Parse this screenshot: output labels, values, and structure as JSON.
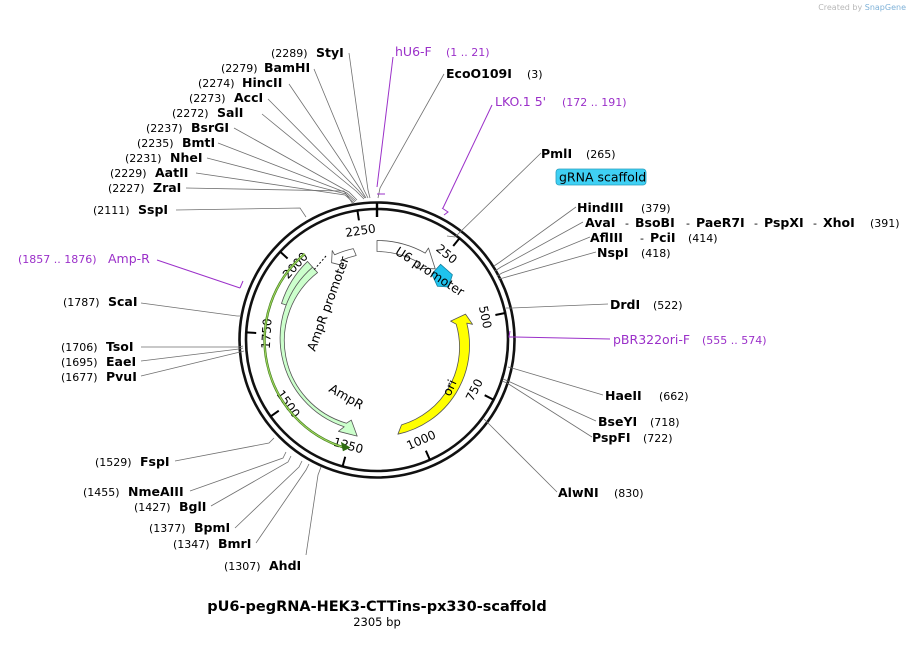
{
  "credit": {
    "prefix": "Created by",
    "brand": "SnapGene"
  },
  "map": {
    "name": "pU6-pegRNA-HEK3-CTTins-px330-scaffold",
    "length_label": "2305 bp",
    "total_bp": 2305
  },
  "ticks": [
    {
      "bp": 250,
      "label": "250"
    },
    {
      "bp": 500,
      "label": "500"
    },
    {
      "bp": 750,
      "label": "750"
    },
    {
      "bp": 1000,
      "label": "1000"
    },
    {
      "bp": 1250,
      "label": "1250"
    },
    {
      "bp": 1500,
      "label": "1500"
    },
    {
      "bp": 1750,
      "label": "1750"
    },
    {
      "bp": 2000,
      "label": "2000"
    },
    {
      "bp": 2250,
      "label": "2250"
    }
  ],
  "features": [
    {
      "name": "U6 promoter",
      "start": 1,
      "end": 241,
      "strand": "+",
      "color": "#ffffff"
    },
    {
      "name": "gRNA scaffold",
      "start": 265,
      "end": 340,
      "strand": "+",
      "color": "#1fc3ee"
    },
    {
      "name": "ori",
      "start": 590,
      "end": 1178,
      "strand": "-",
      "color": "#ffff00"
    },
    {
      "name": "AmpR",
      "start": 1277,
      "end": 2137,
      "strand": "-",
      "color": "#ccffcc"
    },
    {
      "name": "AmpR promoter",
      "start": 2138,
      "end": 2242,
      "strand": "-",
      "color": "#ffffff"
    }
  ],
  "sites": [
    {
      "name": "StyI",
      "pos": "(2289)"
    },
    {
      "name": "BamHI",
      "pos": "(2279)"
    },
    {
      "name": "HincII",
      "pos": "(2274)"
    },
    {
      "name": "AccI",
      "pos": "(2273)"
    },
    {
      "name": "SalI",
      "pos": "(2272)"
    },
    {
      "name": "BsrGI",
      "pos": "(2237)"
    },
    {
      "name": "BmtI",
      "pos": "(2235)"
    },
    {
      "name": "NheI",
      "pos": "(2231)"
    },
    {
      "name": "AatII",
      "pos": "(2229)"
    },
    {
      "name": "ZraI",
      "pos": "(2227)"
    },
    {
      "name": "SspI",
      "pos": "(2111)"
    },
    {
      "name": "EcoO109I",
      "pos": "(3)"
    },
    {
      "name": "PmlI",
      "pos": "(265)"
    },
    {
      "name": "HindIII",
      "pos": "(379)"
    },
    {
      "name": "AvaI",
      "pos": ""
    },
    {
      "name": "BsoBI",
      "pos": ""
    },
    {
      "name": "PaeR7I",
      "pos": ""
    },
    {
      "name": "PspXI",
      "pos": ""
    },
    {
      "name": "XhoI",
      "pos": "(391)"
    },
    {
      "name": "AflIII",
      "pos": ""
    },
    {
      "name": "PciI",
      "pos": "(414)"
    },
    {
      "name": "NspI",
      "pos": "(418)"
    },
    {
      "name": "DrdI",
      "pos": "(522)"
    },
    {
      "name": "HaeII",
      "pos": "(662)"
    },
    {
      "name": "BseYI",
      "pos": "(718)"
    },
    {
      "name": "PspFI",
      "pos": "(722)"
    },
    {
      "name": "AlwNI",
      "pos": "(830)"
    },
    {
      "name": "AhdI",
      "pos": "(1307)"
    },
    {
      "name": "BmrI",
      "pos": "(1347)"
    },
    {
      "name": "BpmI",
      "pos": "(1377)"
    },
    {
      "name": "BglI",
      "pos": "(1427)"
    },
    {
      "name": "NmeAIII",
      "pos": "(1455)"
    },
    {
      "name": "FspI",
      "pos": "(1529)"
    },
    {
      "name": "PvuI",
      "pos": "(1677)"
    },
    {
      "name": "EaeI",
      "pos": "(1695)"
    },
    {
      "name": "TsoI",
      "pos": "(1706)"
    },
    {
      "name": "ScaI",
      "pos": "(1787)"
    }
  ],
  "separators": {
    "dash": "-"
  },
  "primers": [
    {
      "name": "hU6-F",
      "range": "(1 .. 21)"
    },
    {
      "name": "LKO.1 5'",
      "range": "(172 .. 191)"
    },
    {
      "name": "pBR322ori-F",
      "range": "(555 .. 574)"
    },
    {
      "name": "Amp-R",
      "range": "(1857 .. 1876)"
    }
  ]
}
